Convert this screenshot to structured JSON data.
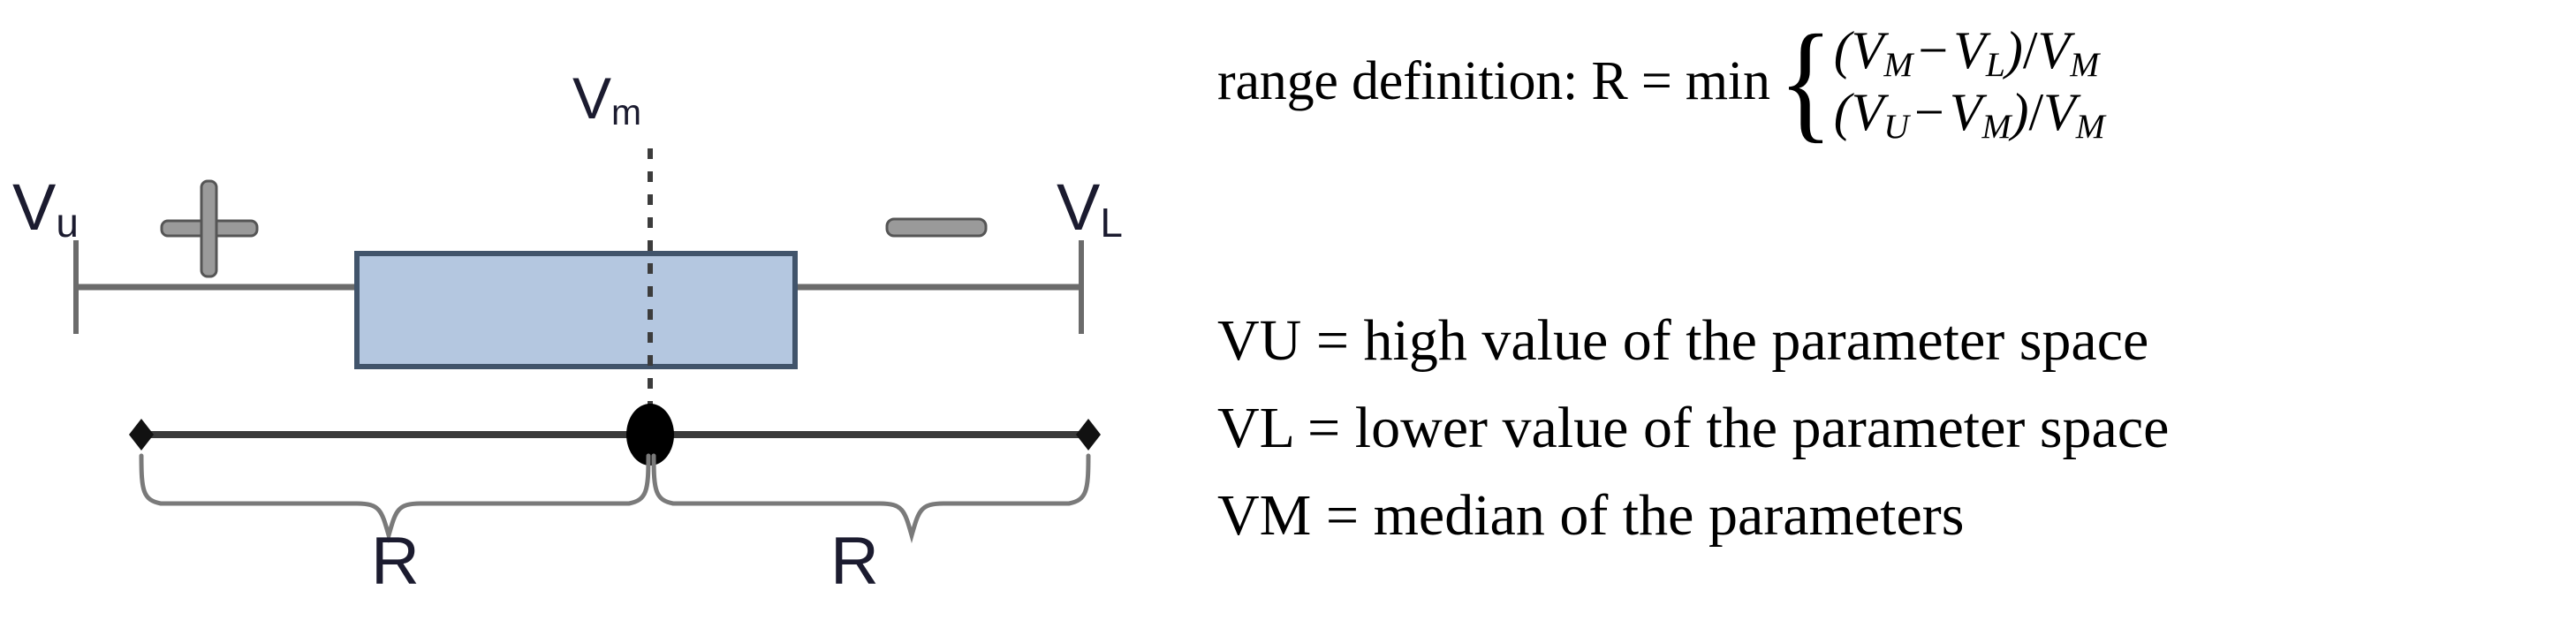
{
  "diagram": {
    "labels": {
      "v_upper": {
        "base": "V",
        "sub": "u"
      },
      "v_lower": {
        "base": "V",
        "sub": "L"
      },
      "v_median": {
        "base": "V",
        "sub": "m"
      },
      "range_left": "R",
      "range_right": "R"
    },
    "markers": {
      "plus_sign": "+",
      "minus_sign": "−"
    },
    "colors": {
      "box_fill": "#b4c7e0",
      "box_stroke": "#41546b",
      "whisker": "#6b6b6b",
      "axis_line": "#3a3a3a",
      "brace": "#6f6f6f",
      "marker_gray": "#8a8a8a",
      "label_text": "#1b1b2f",
      "median_dot": "#000000"
    }
  },
  "text": {
    "formula": {
      "lead": "range definition:  R = min",
      "brace": "{",
      "case_1": {
        "open": "(",
        "v1_base": "V",
        "v1_sub": "M",
        "operator": "−",
        "v2_base": "V",
        "v2_sub": "L",
        "close": ")",
        "slash": "/",
        "denom_base": "V",
        "denom_sub": "M"
      },
      "case_2": {
        "open": "(",
        "v1_base": "V",
        "v1_sub": "U",
        "operator": "−",
        "v2_base": "V",
        "v2_sub": "M",
        "close": ")",
        "slash": "/",
        "denom_base": "V",
        "denom_sub": "M"
      }
    },
    "definitions": [
      "VU = high value of the parameter space",
      "VL = lower value of the parameter space",
      "VM = median of the parameters"
    ]
  }
}
